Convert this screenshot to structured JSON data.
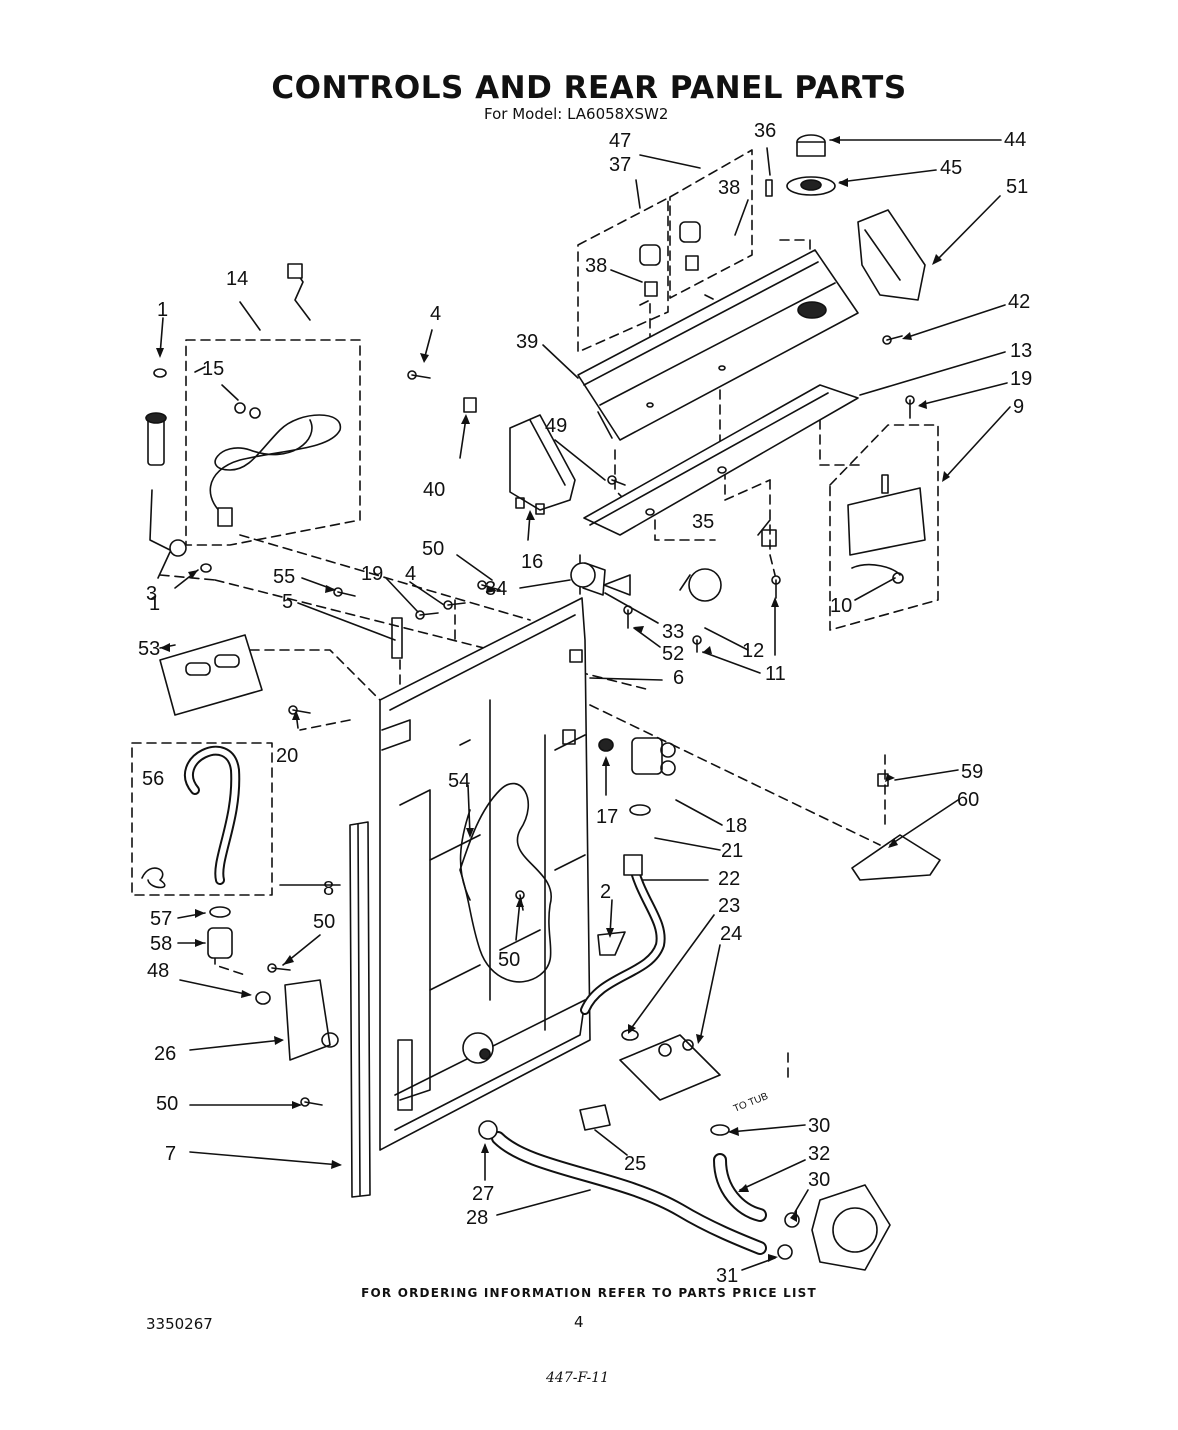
{
  "title": "CONTROLS AND REAR PANEL PARTS",
  "subtitle": "For Model: LA6058XSW2",
  "footer_note": "FOR ORDERING INFORMATION REFER TO PARTS PRICE LIST",
  "document_number": "3350267",
  "page_number": "4",
  "handwritten_note": "447-F-11",
  "to_tub_label": "TO TUB",
  "callouts": {
    "c1a": "1",
    "c1b": "1",
    "c2": "2",
    "c3": "3",
    "c4a": "4",
    "c4b": "4",
    "c5": "5",
    "c6": "6",
    "c7": "7",
    "c8": "8",
    "c9": "9",
    "c10": "10",
    "c11": "11",
    "c12": "12",
    "c13": "13",
    "c14": "14",
    "c15": "15",
    "c16": "16",
    "c17": "17",
    "c18": "18",
    "c19a": "19",
    "c19b": "19",
    "c20": "20",
    "c21": "21",
    "c22": "22",
    "c23": "23",
    "c24": "24",
    "c25": "25",
    "c26": "26",
    "c27": "27",
    "c28": "28",
    "c30a": "30",
    "c30b": "30",
    "c31": "31",
    "c32": "32",
    "c33": "33",
    "c34": "34",
    "c35": "35",
    "c36": "36",
    "c37": "37",
    "c38a": "38",
    "c38b": "38",
    "c39": "39",
    "c40": "40",
    "c42": "42",
    "c44": "44",
    "c45": "45",
    "c47": "47",
    "c48": "48",
    "c49": "49",
    "c50a": "50",
    "c50b": "50",
    "c50c": "50",
    "c50d": "50",
    "c51": "51",
    "c52": "52",
    "c53": "53",
    "c54": "54",
    "c55": "55",
    "c56": "56",
    "c57": "57",
    "c58": "58",
    "c59": "59",
    "c60": "60"
  }
}
